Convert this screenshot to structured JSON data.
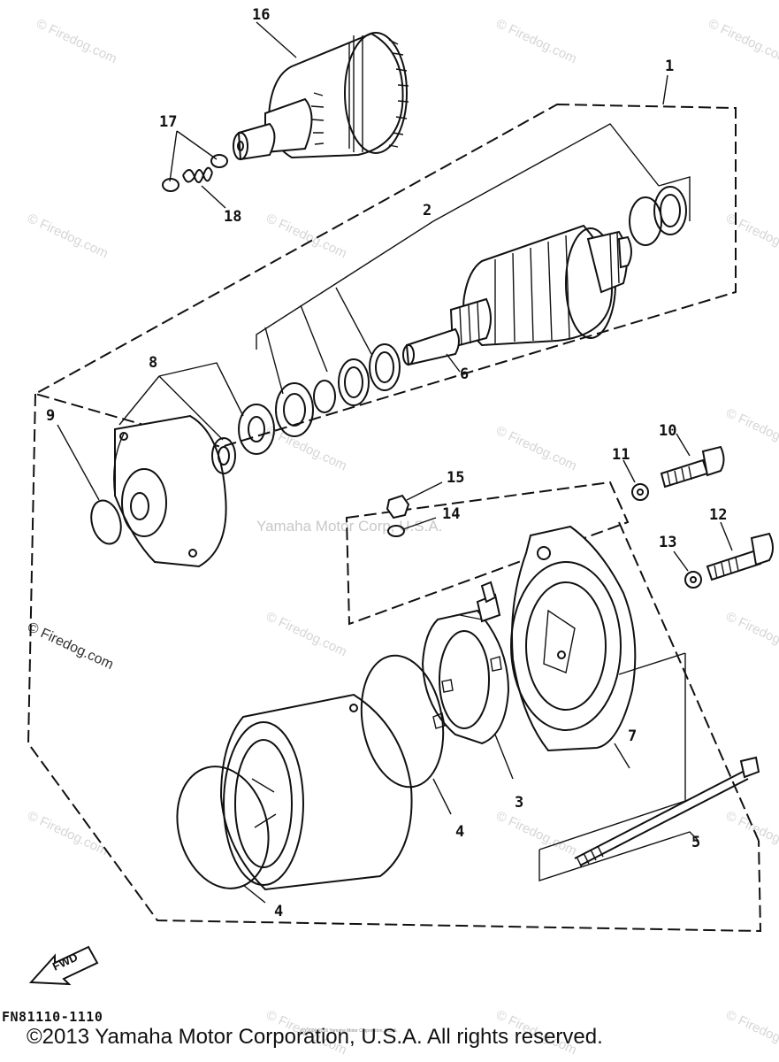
{
  "callouts": {
    "c1": "1",
    "c2": "2",
    "c3": "3",
    "c4a": "4",
    "c4b": "4",
    "c5": "5",
    "c6": "6",
    "c7": "7",
    "c8": "8",
    "c9": "9",
    "c10": "10",
    "c11": "11",
    "c12": "12",
    "c13": "13",
    "c14": "14",
    "c15": "15",
    "c16": "16",
    "c17": "17",
    "c18": "18"
  },
  "watermarks": {
    "center": "Yamaha Motor Corp, U.S.A.",
    "firedog": "© Firedog.com"
  },
  "fwd_label": "FWD",
  "figure_code": "FN81110-1110",
  "copyright": "©2013 Yamaha Motor Corporation, U.S.A. All rights reserved.",
  "tiny_note": "(c) 2006-2016 Yamaha Motor Corporation, U.S.A."
}
